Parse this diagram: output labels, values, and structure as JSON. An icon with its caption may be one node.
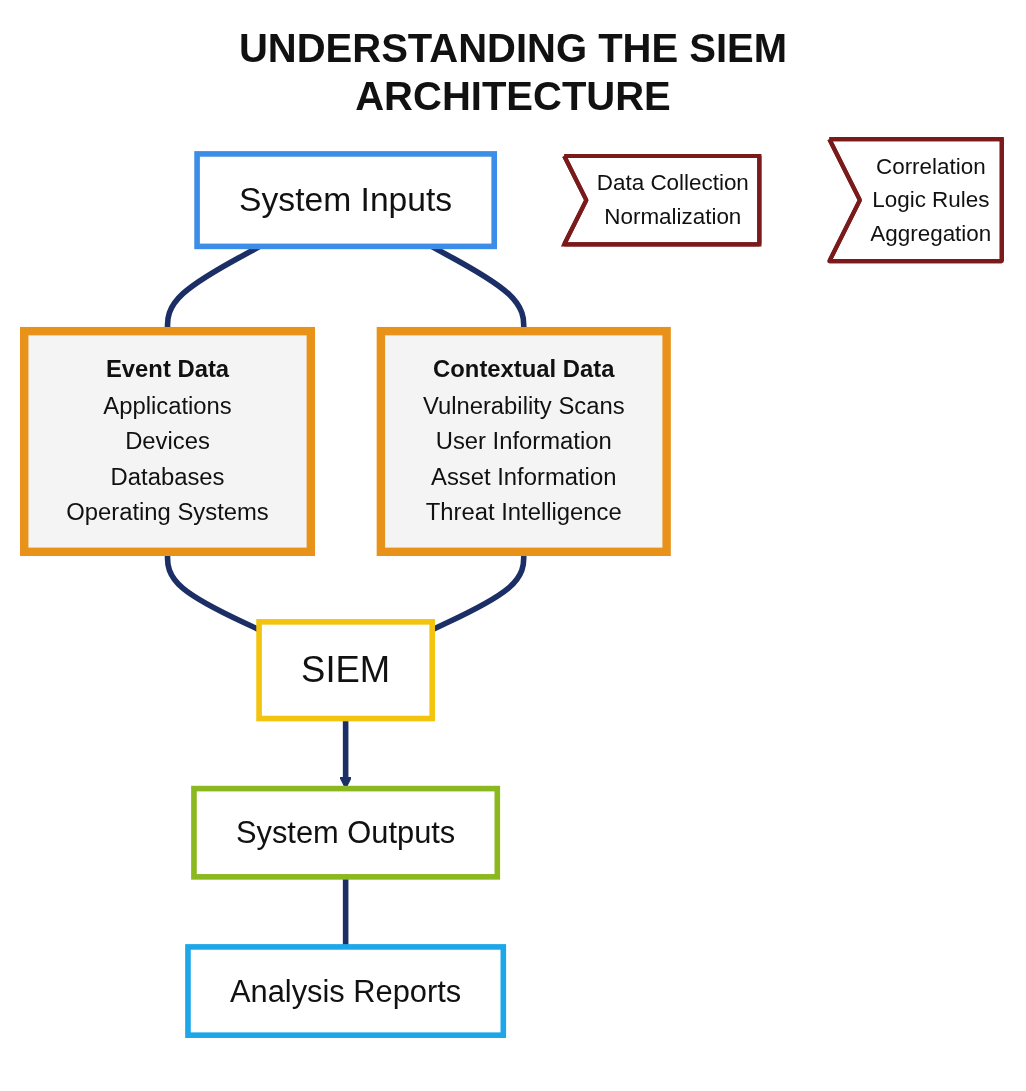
{
  "diagram": {
    "title": "UNDERSTANDING THE SIEM ARCHITECTURE",
    "nodes": [
      {
        "text": [
          "System Inputs"
        ]
      },
      {
        "text": [
          "Event Data",
          "Applications",
          "Devices",
          "Databases",
          "Operating Systems"
        ]
      },
      {
        "text": [
          "Contextual Data",
          "Vulnerability Scans",
          "User Information",
          "Asset Information",
          "Threat Intelligence"
        ]
      },
      {
        "text": [
          "SIEM"
        ]
      },
      {
        "text": [
          "System Outputs"
        ]
      },
      {
        "text": [
          "Analysis Reports"
        ]
      },
      {
        "text": [
          "Data Collection",
          "Normalization"
        ]
      },
      {
        "text": [
          "Correlation",
          "Logic Rules",
          "Aggregation"
        ]
      }
    ],
    "edges": [
      {
        "from": 0,
        "to": 1,
        "arrow": "none"
      },
      {
        "from": 0,
        "to": 2,
        "arrow": "none"
      },
      {
        "from": 1,
        "to": 3,
        "arrow": "none"
      },
      {
        "from": 2,
        "to": 3,
        "arrow": "none"
      },
      {
        "from": 3,
        "to": 4,
        "arrow": "to"
      },
      {
        "from": 4,
        "to": 5,
        "arrow": "none"
      }
    ]
  }
}
